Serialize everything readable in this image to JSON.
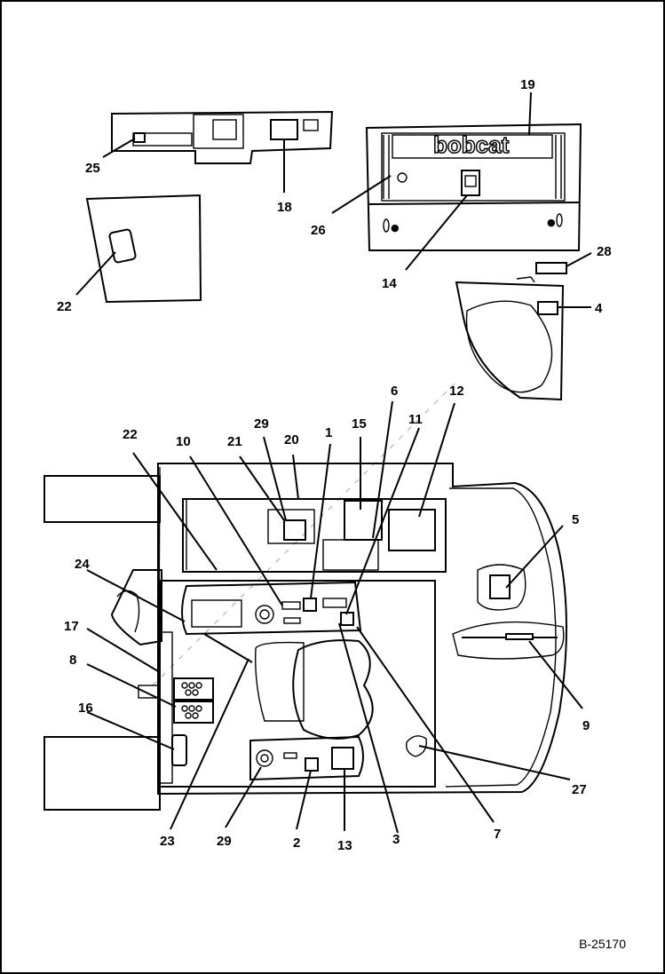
{
  "diagram": {
    "brand_text": "bobcat",
    "reference_code": "B-25170",
    "callouts": {
      "c1": "1",
      "c2": "2",
      "c3": "3",
      "c4": "4",
      "c5": "5",
      "c6": "6",
      "c7": "7",
      "c8": "8",
      "c9": "9",
      "c10": "10",
      "c11": "11",
      "c12": "12",
      "c13": "13",
      "c14": "14",
      "c15": "15",
      "c16": "16",
      "c17": "17",
      "c18": "18",
      "c19": "19",
      "c20": "20",
      "c21": "21",
      "c22a": "22",
      "c22b": "22",
      "c23": "23",
      "c24": "24",
      "c25": "25",
      "c26": "26",
      "c27": "27",
      "c28": "28",
      "c29a": "29",
      "c29b": "29"
    }
  }
}
